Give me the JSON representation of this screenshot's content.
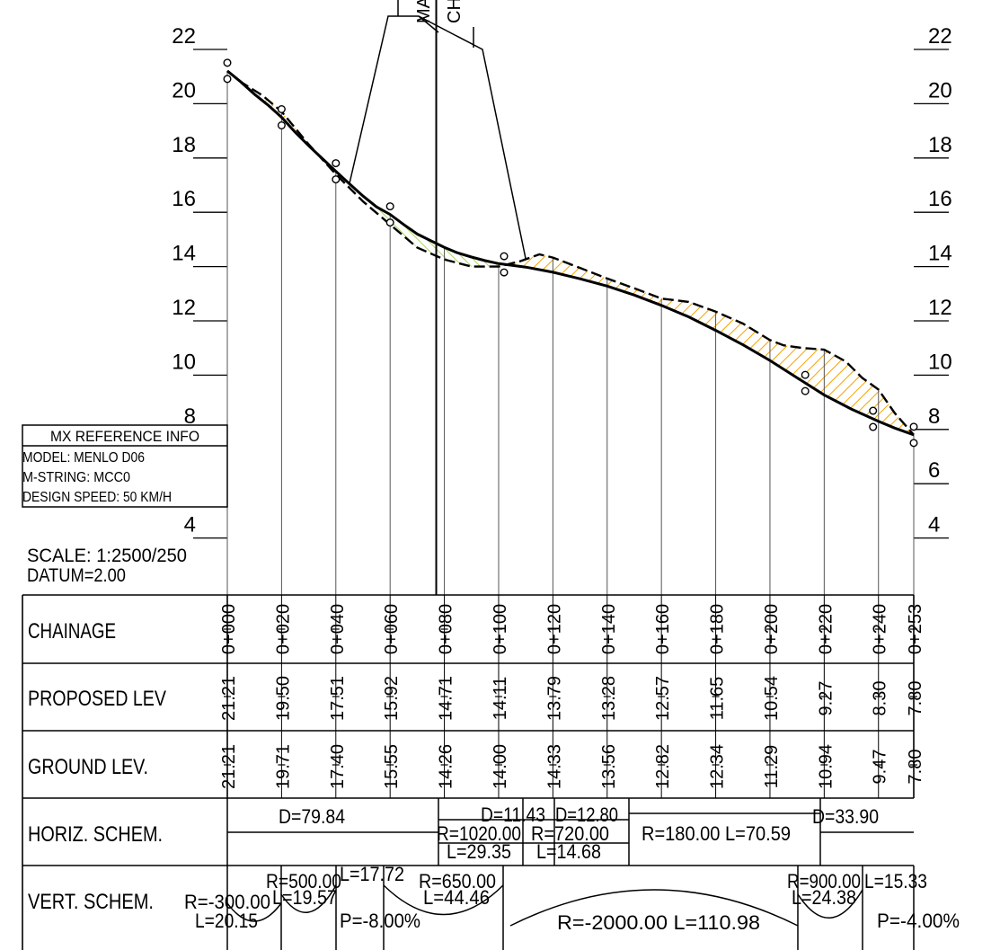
{
  "y_axis": {
    "ticks": [
      "22",
      "20",
      "18",
      "16",
      "14",
      "12",
      "10",
      "8",
      "6",
      "4"
    ],
    "range": [
      2,
      23
    ]
  },
  "chainage_range": [
    0,
    253
  ],
  "ip_labels": [
    "MA",
    "CH"
  ],
  "reference_box": {
    "title": "MX REFERENCE INFO",
    "lines": [
      "MODEL: MENLO D06",
      "M-STRING: MCC0",
      "DESIGN SPEED: 50 KM/H"
    ]
  },
  "scale_text": "SCALE: 1:2500/250",
  "datum_text": "DATUM=2.00",
  "rows": {
    "chainage": "CHAINAGE",
    "proposed": "PROPOSED LEV",
    "ground": "GROUND LEV.",
    "horiz": "HORIZ. SCHEM.",
    "vert": "VERT. SCHEM."
  },
  "stations": [
    {
      "ch": 0,
      "label": "0+000",
      "proposed": "21.21",
      "ground": "21.21"
    },
    {
      "ch": 20,
      "label": "0+020",
      "proposed": "19.50",
      "ground": "19.71"
    },
    {
      "ch": 40,
      "label": "0+040",
      "proposed": "17.51",
      "ground": "17.40"
    },
    {
      "ch": 60,
      "label": "0+060",
      "proposed": "15.92",
      "ground": "15.55"
    },
    {
      "ch": 80,
      "label": "0+080",
      "proposed": "14.71",
      "ground": "14.26"
    },
    {
      "ch": 100,
      "label": "0+100",
      "proposed": "14.11",
      "ground": "14.00"
    },
    {
      "ch": 120,
      "label": "0+120",
      "proposed": "13.79",
      "ground": "14.33"
    },
    {
      "ch": 140,
      "label": "0+140",
      "proposed": "13.28",
      "ground": "13.56"
    },
    {
      "ch": 160,
      "label": "0+160",
      "proposed": "12.57",
      "ground": "12.82"
    },
    {
      "ch": 180,
      "label": "0+180",
      "proposed": "11.65",
      "ground": "12.34"
    },
    {
      "ch": 200,
      "label": "0+200",
      "proposed": "10.54",
      "ground": "11.29"
    },
    {
      "ch": 220,
      "label": "0+220",
      "proposed": "9.27",
      "ground": "10.94"
    },
    {
      "ch": 240,
      "label": "0+240",
      "proposed": "8.30",
      "ground": "9.47"
    },
    {
      "ch": 253,
      "label": "0+253",
      "proposed": "7.80",
      "ground": "7.80"
    }
  ],
  "ground_profile": [
    [
      0,
      21.21
    ],
    [
      5,
      20.8
    ],
    [
      13,
      20.3
    ],
    [
      20,
      19.71
    ],
    [
      30,
      18.5
    ],
    [
      40,
      17.4
    ],
    [
      50,
      16.4
    ],
    [
      60,
      15.55
    ],
    [
      70,
      14.7
    ],
    [
      80,
      14.26
    ],
    [
      90,
      14.0
    ],
    [
      100,
      14.0
    ],
    [
      108,
      14.2
    ],
    [
      115,
      14.45
    ],
    [
      120,
      14.33
    ],
    [
      130,
      13.95
    ],
    [
      140,
      13.56
    ],
    [
      150,
      13.2
    ],
    [
      160,
      12.82
    ],
    [
      170,
      12.7
    ],
    [
      180,
      12.34
    ],
    [
      190,
      11.9
    ],
    [
      200,
      11.29
    ],
    [
      205,
      11.1
    ],
    [
      212,
      11.0
    ],
    [
      220,
      10.94
    ],
    [
      228,
      10.5
    ],
    [
      234,
      9.9
    ],
    [
      240,
      9.47
    ],
    [
      246,
      8.6
    ],
    [
      253,
      7.8
    ]
  ],
  "proposed_profile": [
    [
      0,
      21.21
    ],
    [
      5,
      20.8
    ],
    [
      10,
      20.35
    ],
    [
      15,
      19.95
    ],
    [
      20,
      19.5
    ],
    [
      25,
      18.95
    ],
    [
      30,
      18.45
    ],
    [
      35,
      17.98
    ],
    [
      40,
      17.51
    ],
    [
      45,
      17.05
    ],
    [
      50,
      16.6
    ],
    [
      55,
      16.2
    ],
    [
      60,
      15.92
    ],
    [
      65,
      15.55
    ],
    [
      70,
      15.2
    ],
    [
      75,
      14.95
    ],
    [
      80,
      14.71
    ],
    [
      85,
      14.5
    ],
    [
      90,
      14.35
    ],
    [
      95,
      14.22
    ],
    [
      100,
      14.11
    ],
    [
      110,
      13.98
    ],
    [
      120,
      13.79
    ],
    [
      130,
      13.55
    ],
    [
      140,
      13.28
    ],
    [
      150,
      12.95
    ],
    [
      160,
      12.57
    ],
    [
      170,
      12.15
    ],
    [
      180,
      11.65
    ],
    [
      190,
      11.12
    ],
    [
      200,
      10.54
    ],
    [
      210,
      9.9
    ],
    [
      220,
      9.27
    ],
    [
      230,
      8.75
    ],
    [
      240,
      8.3
    ],
    [
      246,
      8.05
    ],
    [
      253,
      7.8
    ]
  ],
  "cut_fill": {
    "fill_color": "#F5A300",
    "cut_color": "#9ACD32"
  },
  "ip_marker": {
    "ch": 77,
    "left_slope_ch": [
      45,
      59
    ],
    "right_slope_ch": [
      94,
      110
    ]
  },
  "horiz_schem": [
    {
      "text": "D=79.84"
    },
    {
      "text": "D=11.43"
    },
    {
      "text": "D=12.80"
    },
    {
      "text": "R=1020.00"
    },
    {
      "text": "L=29.35"
    },
    {
      "text": "R=720.00"
    },
    {
      "text": "L=14.68"
    },
    {
      "text": "R=180.00  L=70.59"
    },
    {
      "text": "D=33.90"
    }
  ],
  "vert_schem": [
    {
      "text": "R=-300.00"
    },
    {
      "text": "L=20.15"
    },
    {
      "text": "R=500.00"
    },
    {
      "text": "L=19.57"
    },
    {
      "text": "L=17.72"
    },
    {
      "text": "P=-8.00%"
    },
    {
      "text": "R=650.00"
    },
    {
      "text": "L=44.46"
    },
    {
      "text": "R=-2000.00  L=110.98"
    },
    {
      "text": "R=900.00"
    },
    {
      "text": "L=24.38"
    },
    {
      "text": "L=15.33"
    },
    {
      "text": "P=-4.00%"
    }
  ]
}
